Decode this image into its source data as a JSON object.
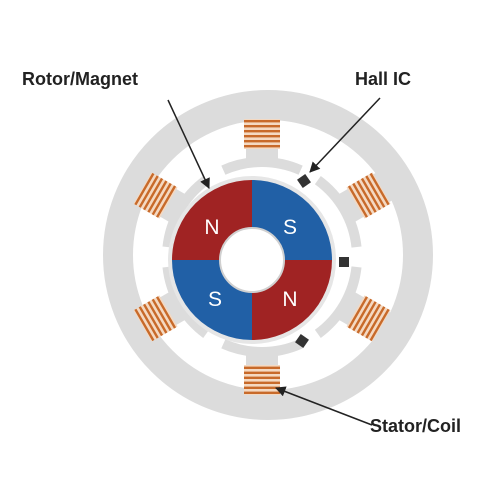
{
  "labels": {
    "rotor": "Rotor/Magnet",
    "hall": "Hall IC",
    "stator": "Stator/Coil"
  },
  "poles": {
    "top_left": "N",
    "top_right": "S",
    "bottom_left": "S",
    "bottom_right": "N"
  },
  "colors": {
    "north": "#a02323",
    "south": "#2160a6",
    "stator": "#dcdcdc",
    "coil": "#c86a2a",
    "hall_sensor": "#333333",
    "label_text": "#222222",
    "pole_text": "#ffffff"
  }
}
